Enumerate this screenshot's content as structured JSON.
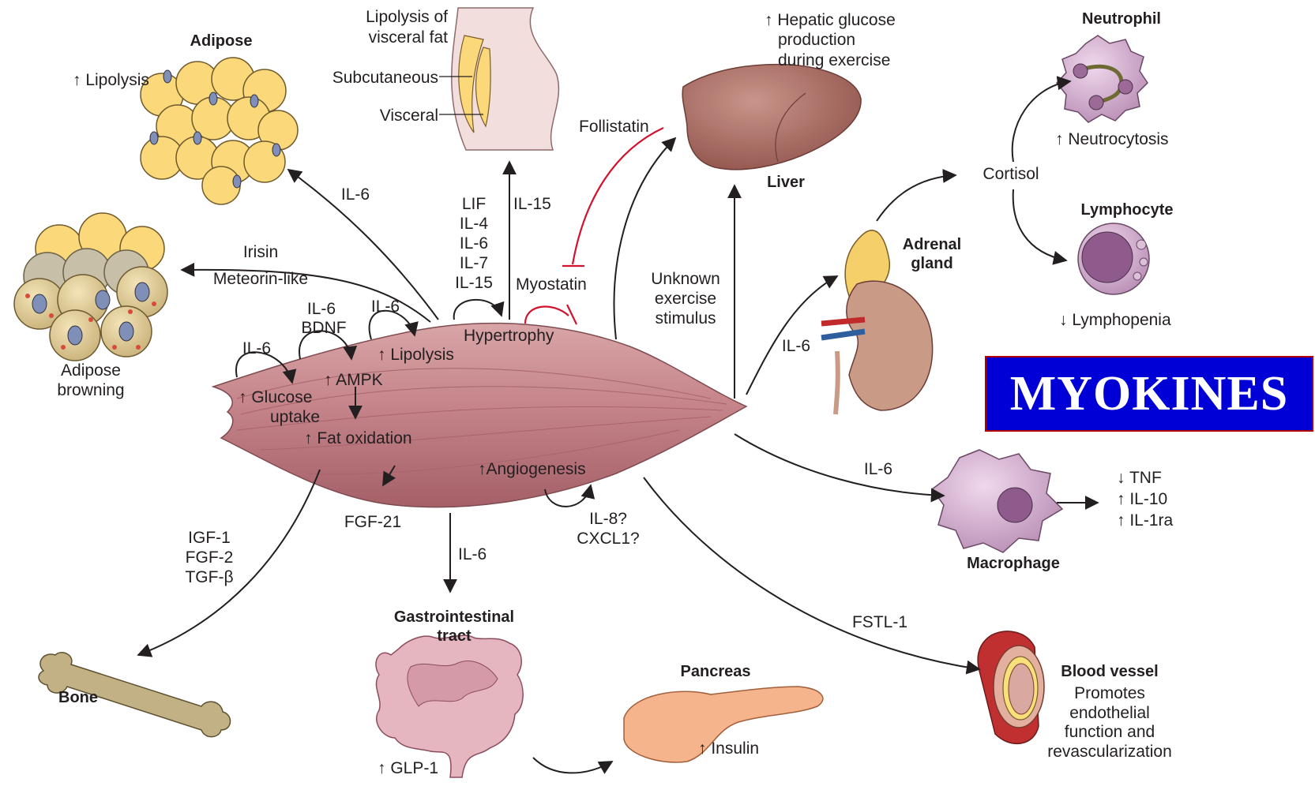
{
  "banner": "MYOKINES",
  "organs": {
    "adipose": "Adipose",
    "liver": "Liver",
    "neutrophil": "Neutrophil",
    "lymphocyte": "Lymphocyte",
    "adrenal_1": "Adrenal",
    "adrenal_2": "gland",
    "macrophage": "Macrophage",
    "blood_vessel": "Blood vessel",
    "bone": "Bone",
    "gi_1": "Gastrointestinal",
    "gi_2": "tract",
    "pancreas": "Pancreas"
  },
  "effects": {
    "lipolysis_adipose": "↑ Lipolysis",
    "adipose_browning_1": "Adipose",
    "adipose_browning_2": "browning",
    "visceral_1": "Lipolysis of",
    "visceral_2": "visceral fat",
    "subcutaneous": "Subcutaneous",
    "visceral": "Visceral",
    "hepatic_1": "↑ Hepatic glucose",
    "hepatic_2": "production",
    "hepatic_3": "during exercise",
    "neutrocytosis": "↑ Neutrocytosis",
    "lymphopenia": "↓ Lymphopenia",
    "tnf": "↓ TNF",
    "il10": "↑ IL-10",
    "il1ra": "↑ IL-1ra",
    "vessel_1": "Promotes",
    "vessel_2": "endothelial",
    "vessel_3": "function and",
    "vessel_4": "revascularization",
    "insulin": "↑ Insulin",
    "glp1": "↑ GLP-1"
  },
  "muscle": {
    "glucose_1": "↑ Glucose",
    "glucose_2": "uptake",
    "ampk": "↑ AMPK",
    "fat_oxidation": "↑ Fat oxidation",
    "lipolysis": "↑ Lipolysis",
    "hypertrophy": "Hypertrophy",
    "angiogenesis": "↑Angiogenesis"
  },
  "signals": {
    "il6_adipose": "IL-6",
    "irisin": "Irisin",
    "meteorin": "Meteorin-like",
    "il6_glucose": "IL-6",
    "il6_ampk": "IL-6",
    "bdnf": "BDNF",
    "il6_lipolysis": "IL-6",
    "lif": "LIF",
    "il4": "IL-4",
    "il6_list": "IL-6",
    "il7": "IL-7",
    "il15_list": "IL-15",
    "il15_up": "IL-15",
    "follistatin": "Follistatin",
    "myostatin": "Myostatin",
    "unknown_1": "Unknown",
    "unknown_2": "exercise",
    "unknown_3": "stimulus",
    "il6_adrenal": "IL-6",
    "cortisol": "Cortisol",
    "il6_macrophage": "IL-6",
    "fstl1": "FSTL-1",
    "igf1": "IGF-1",
    "fgf2": "FGF-2",
    "tgfb": "TGF-β",
    "fgf21": "FGF-21",
    "il6_gi": "IL-6",
    "il8": "IL-8?",
    "cxcl1": "CXCL1?"
  }
}
